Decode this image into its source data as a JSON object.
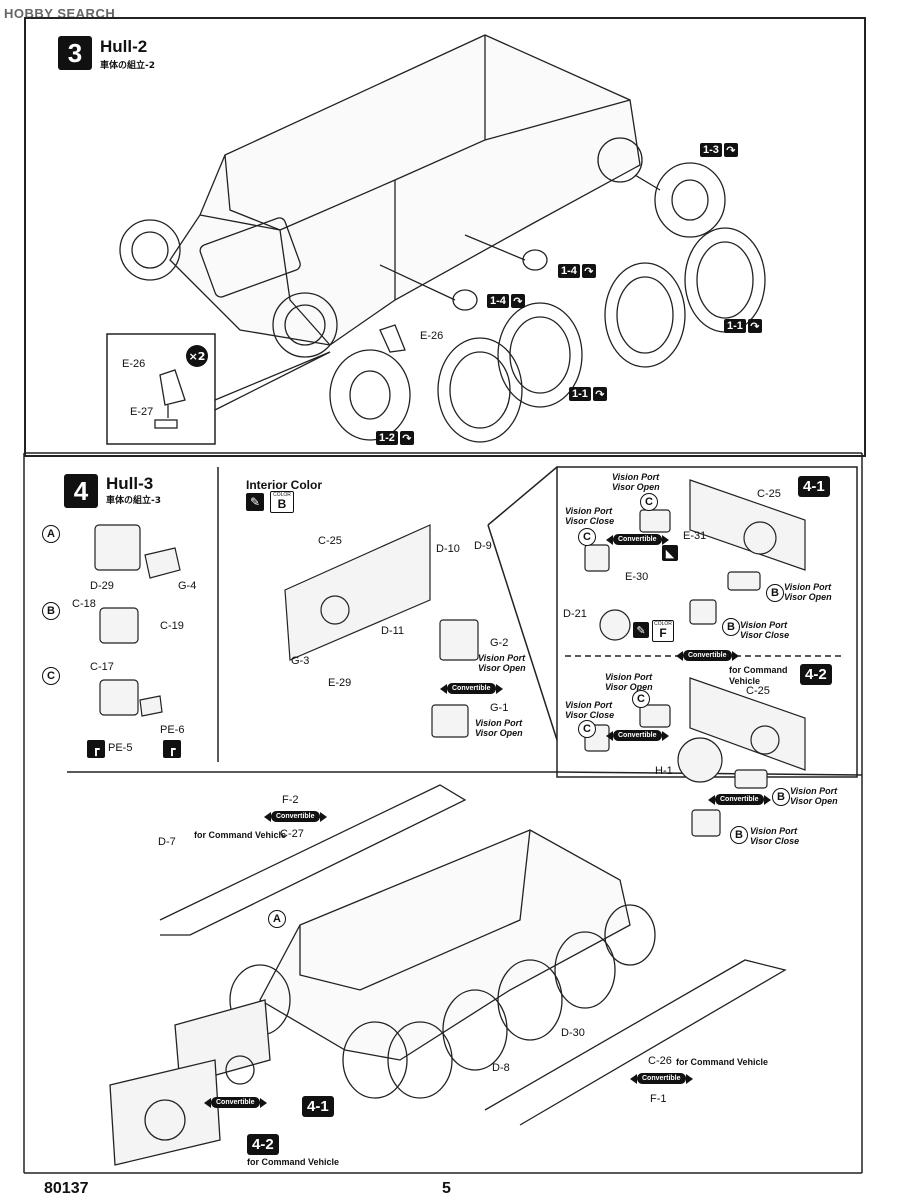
{
  "watermark": "HOBBY SEARCH",
  "step3": {
    "number": "3",
    "title": "Hull-2",
    "subtitle": "車体の組立-2",
    "labels": {
      "e26": "E-26",
      "e26_inset": "E-26",
      "e27": "E-27",
      "x2": "×2"
    },
    "badges": {
      "b13": "1-3",
      "b14a": "1-4",
      "b14b": "1-4",
      "b11a": "1-1",
      "b11b": "1-1",
      "b12": "1-2"
    }
  },
  "step4": {
    "number": "4",
    "title": "Hull-3",
    "subtitle": "車体の組立-3",
    "subassemblies": {
      "a": {
        "letter": "A",
        "part1": "D-29",
        "part2": "G-4"
      },
      "b": {
        "letter": "B",
        "part1": "C-18",
        "part2": "C-19"
      },
      "c": {
        "letter": "C",
        "part1": "C-17",
        "part2": "PE-6",
        "part3": "PE-5"
      }
    },
    "interior": {
      "title": "Interior Color",
      "color_code": "B",
      "color_tag": "COLOR",
      "parts": {
        "c25": "C-25",
        "d10": "D-10",
        "d9": "D-9",
        "d11": "D-11",
        "g2": "G-2",
        "g3": "G-3",
        "e29": "E-29",
        "g1": "G-1"
      },
      "notes": {
        "open1": "Vision Port\nVisor Open",
        "open2": "Vision Port\nVisor Open"
      },
      "convertible": "Convertible"
    },
    "detail41": {
      "ref": "4-1",
      "parts": {
        "c25": "C-25",
        "e31": "E-31",
        "e30": "E-30",
        "d21": "D-21"
      },
      "color_code": "F",
      "color_tag": "COLOR",
      "notes": {
        "open_top": "Vision Port\nVisor Open",
        "close_left": "Vision Port\nVisor Close",
        "open_right": "Vision Port\nVisor Open",
        "close_right": "Vision Port\nVisor Close"
      },
      "letters": {
        "c1": "C",
        "c2": "C",
        "b1": "B",
        "b2": "B"
      },
      "convertible": "Convertible"
    },
    "detail42": {
      "ref": "4-2",
      "for_label": "for Command Vehicle",
      "parts": {
        "c25": "C-25",
        "h1": "H-1"
      },
      "notes": {
        "open_top": "Vision Port\nVisor Open",
        "close_left": "Vision Port\nVisor Close",
        "open_right": "Vision Port\nVisor Open",
        "close_right": "Vision Port\nVisor Close"
      },
      "letters": {
        "c1": "C",
        "c2": "C",
        "b1": "B",
        "b2": "B"
      },
      "convertible": "Convertible"
    },
    "main": {
      "f2": "F-2",
      "c27": "C-27",
      "for_cmd1": "for Command Vehicle",
      "d7": "D-7",
      "letter_a": "A",
      "d30": "D-30",
      "d8": "D-8",
      "c26": "C-26",
      "for_cmd2": "for Command Vehicle",
      "f1": "F-1",
      "ref41": "4-1",
      "ref42": "4-2",
      "for_cmd3": "for Command Vehicle",
      "convertible": "Convertible"
    }
  },
  "footer": {
    "code": "80137",
    "page": "5"
  }
}
